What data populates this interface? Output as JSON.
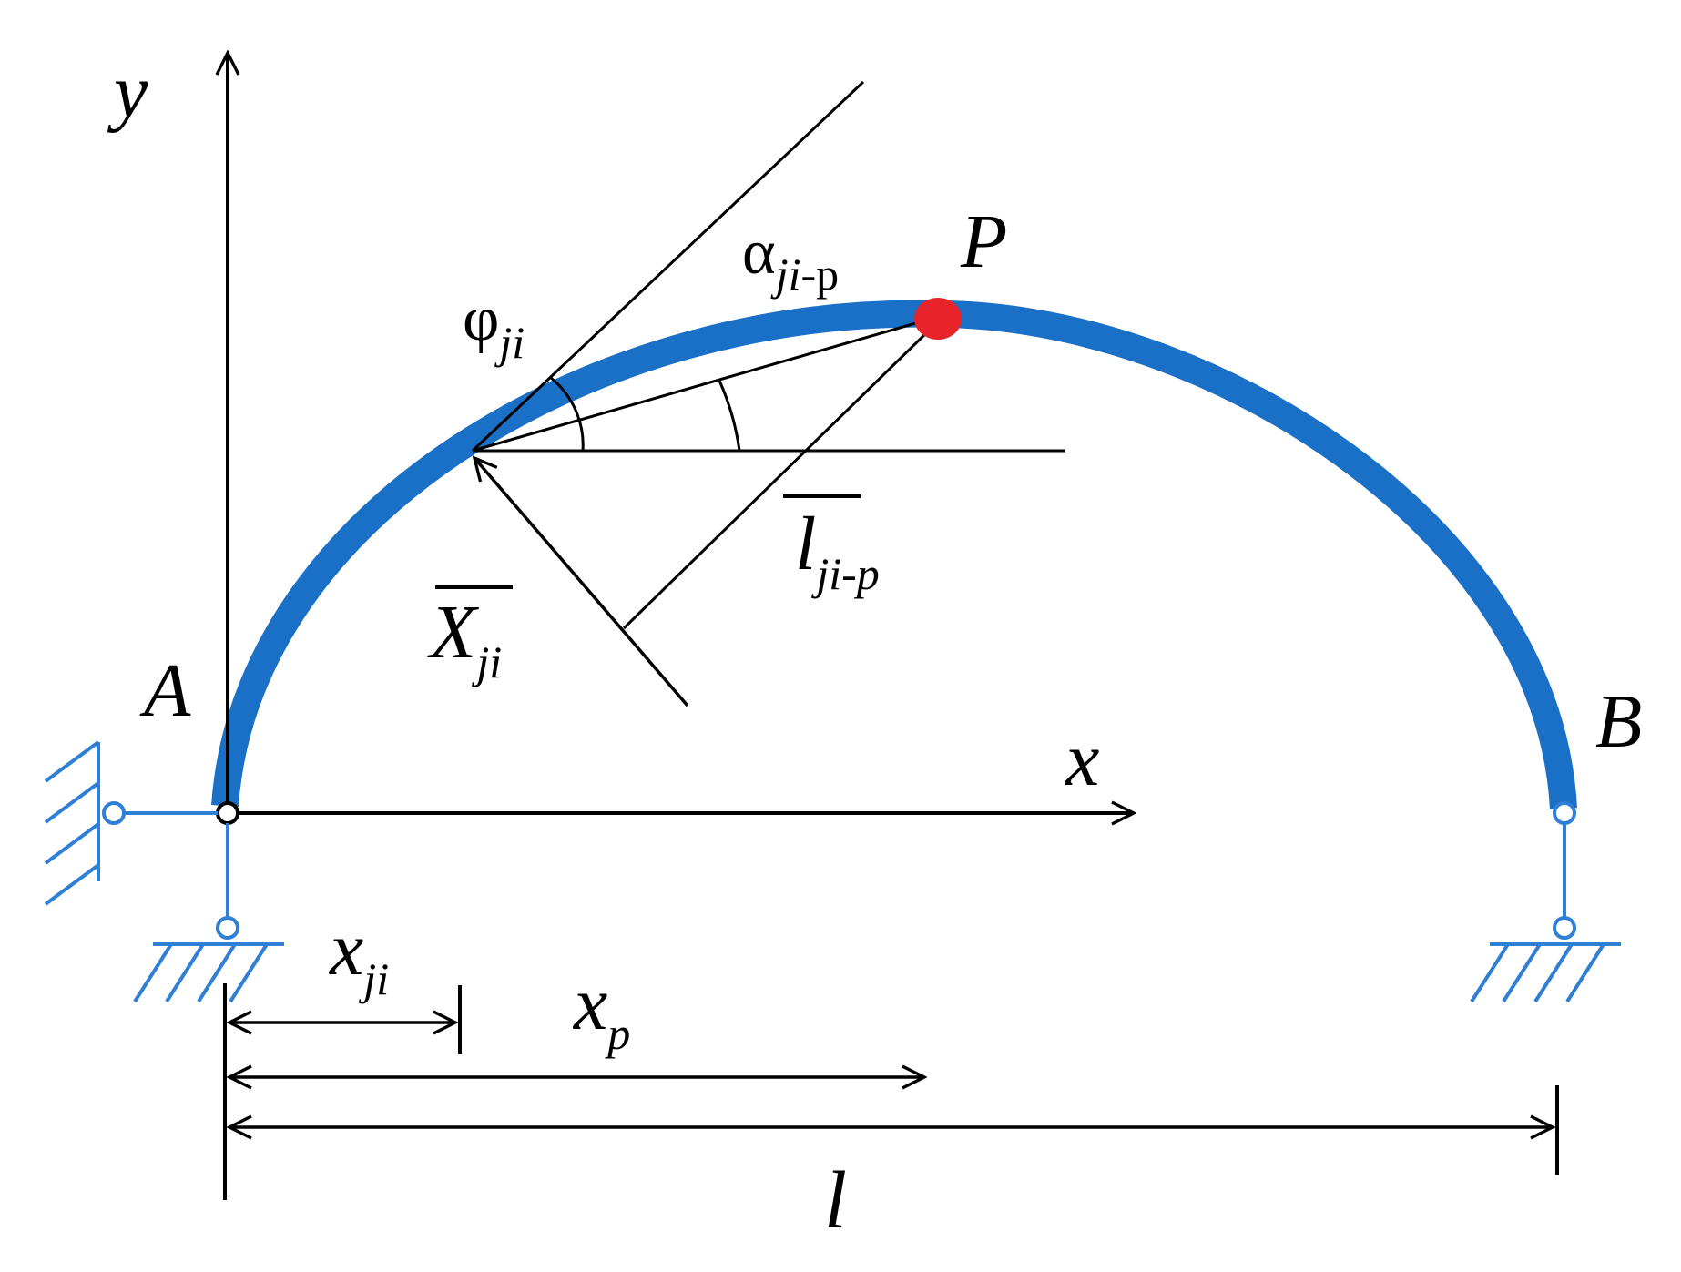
{
  "labels": {
    "y_axis": "y",
    "x_axis": "x",
    "point_a": "A",
    "point_b": "B",
    "point_p": "P",
    "phi": {
      "base": "φ",
      "sub": "ji"
    },
    "alpha": {
      "base": "α",
      "sub_italic": "ji",
      "sub_dash": "-p"
    },
    "l_bar": {
      "base": "l",
      "sub": "ji-p"
    },
    "x_bar": {
      "base": "X",
      "sub": "ji"
    },
    "x_ji": {
      "base": "x",
      "sub": "ji"
    },
    "x_p": {
      "base": "x",
      "sub": "p"
    },
    "span": "l"
  },
  "colors": {
    "arch": "#1a6fc7",
    "supports": "#2f7fd6",
    "point_p": "#e8232a",
    "ink": "#000000"
  }
}
